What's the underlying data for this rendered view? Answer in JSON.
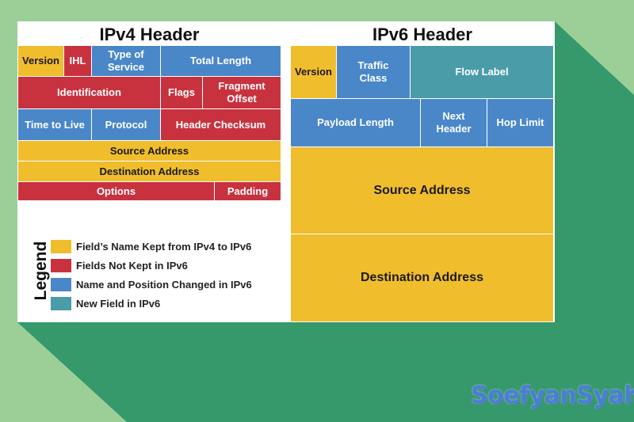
{
  "colors": {
    "kept": "#f0bd2d",
    "not_kept": "#c8323f",
    "changed": "#4a87c9",
    "new": "#4a9ca9",
    "background_light": "#9ccf98",
    "background_dark": "#36996b"
  },
  "ipv4": {
    "title": "IPv4 Header",
    "version": "Version",
    "ihl": "IHL",
    "type_of_service": "Type of\nService",
    "total_length": "Total Length",
    "identification": "Identification",
    "flags": "Flags",
    "fragment_offset": "Fragment\nOffset",
    "time_to_live": "Time to Live",
    "protocol": "Protocol",
    "header_checksum": "Header Checksum",
    "source_address": "Source Address",
    "destination_address": "Destination Address",
    "options": "Options",
    "padding": "Padding"
  },
  "ipv6": {
    "title": "IPv6 Header",
    "version": "Version",
    "traffic_class": "Traffic\nClass",
    "flow_label": "Flow Label",
    "payload_length": "Payload Length",
    "next_header": "Next\nHeader",
    "hop_limit": "Hop Limit",
    "source_address": "Source Address",
    "destination_address": "Destination Address"
  },
  "legend": {
    "title": "Legend",
    "items": [
      {
        "label": "Field’s Name Kept from IPv4 to IPv6",
        "color": "#f0bd2d"
      },
      {
        "label": "Fields Not Kept in IPv6",
        "color": "#c8323f"
      },
      {
        "label": "Name and Position Changed in IPv6",
        "color": "#4a87c9"
      },
      {
        "label": "New Field in IPv6",
        "color": "#4a9ca9"
      }
    ]
  },
  "watermark": "SoefyanSyah"
}
